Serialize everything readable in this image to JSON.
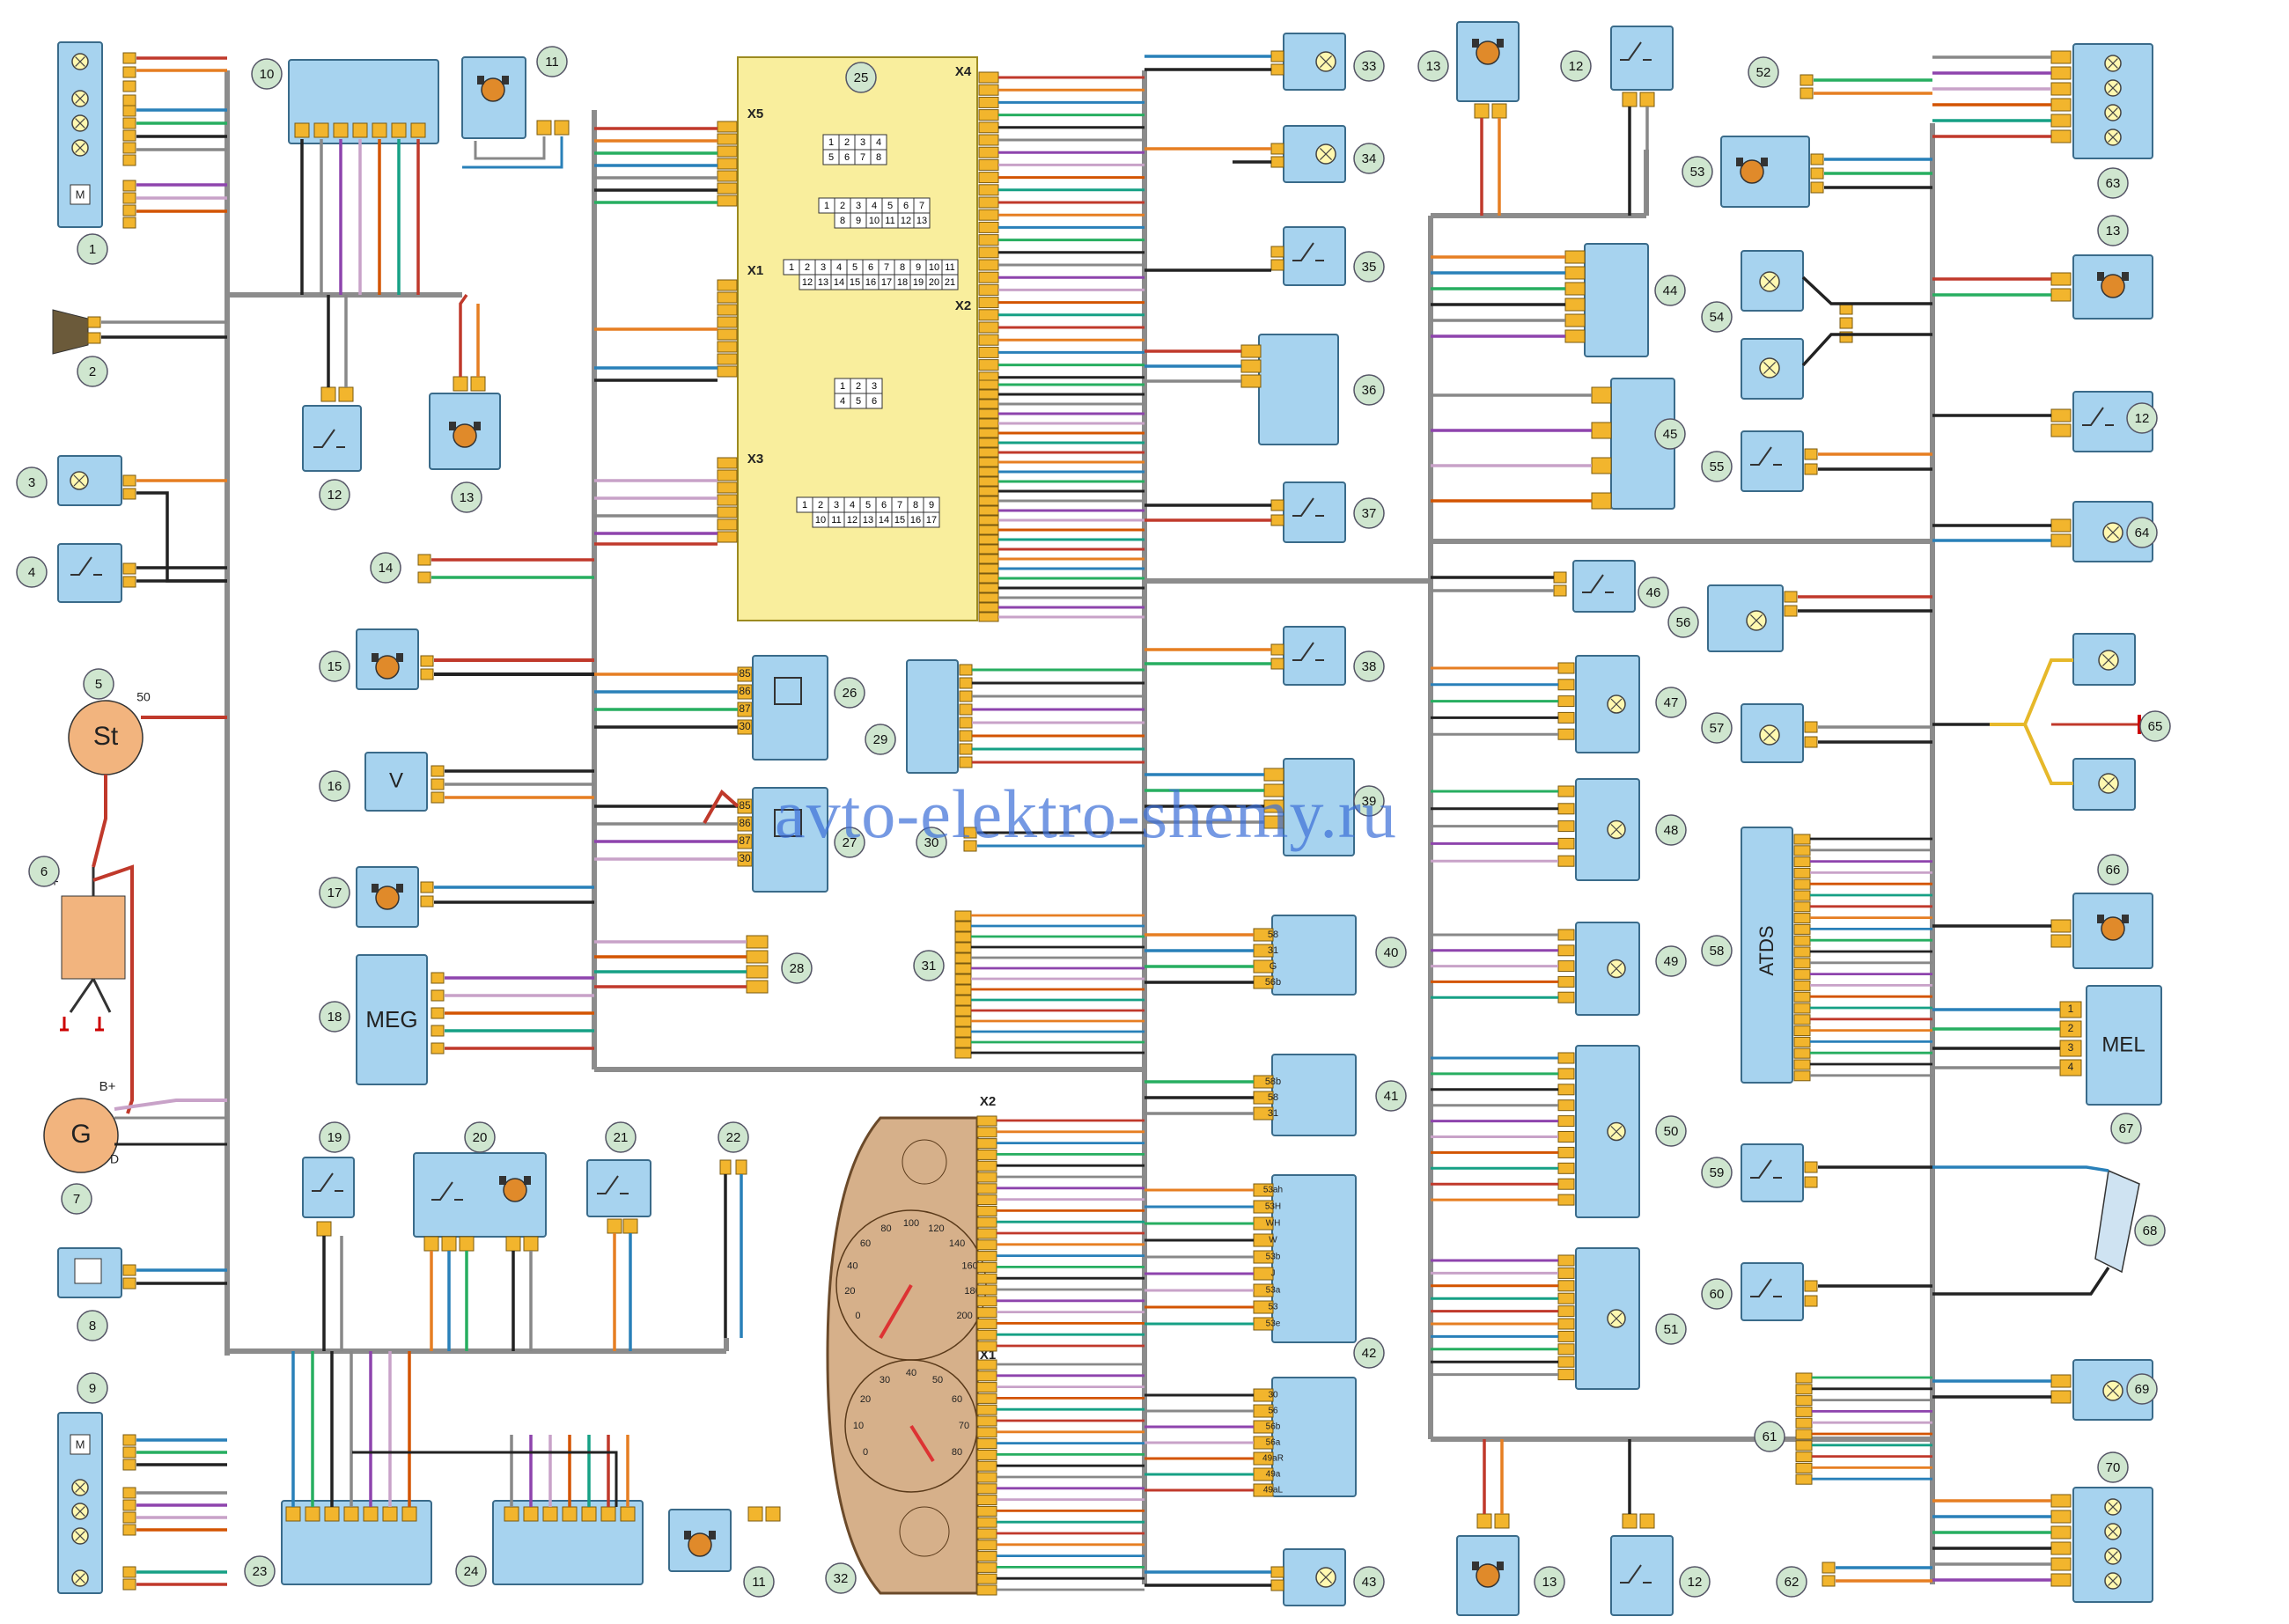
{
  "watermark": "avto-elektro-shemy.ru",
  "colors": {
    "box": "#a7d3ef",
    "box_stroke": "#3a6b8a",
    "ecu": "#f9ee9d",
    "terminal": "#f2b52d",
    "badge": "#cfe6cf",
    "bus": "#8c8c8c",
    "cluster": "#d6b08a",
    "sg": "#f2b47e"
  },
  "components": [
    {
      "n": "1",
      "label": ""
    },
    {
      "n": "2",
      "label": ""
    },
    {
      "n": "3",
      "label": ""
    },
    {
      "n": "4",
      "label": ""
    },
    {
      "n": "5",
      "label": "St"
    },
    {
      "n": "6",
      "label": ""
    },
    {
      "n": "7",
      "label": "G"
    },
    {
      "n": "8",
      "label": ""
    },
    {
      "n": "9",
      "label": ""
    },
    {
      "n": "10",
      "label": ""
    },
    {
      "n": "11",
      "label": ""
    },
    {
      "n": "12",
      "label": ""
    },
    {
      "n": "13",
      "label": ""
    },
    {
      "n": "14",
      "label": ""
    },
    {
      "n": "15",
      "label": ""
    },
    {
      "n": "16",
      "label": "V"
    },
    {
      "n": "17",
      "label": ""
    },
    {
      "n": "18",
      "label": "MEG"
    },
    {
      "n": "19",
      "label": ""
    },
    {
      "n": "20",
      "label": ""
    },
    {
      "n": "21",
      "label": ""
    },
    {
      "n": "22",
      "label": ""
    },
    {
      "n": "23",
      "label": ""
    },
    {
      "n": "24",
      "label": ""
    },
    {
      "n": "25",
      "label": ""
    },
    {
      "n": "26",
      "label": ""
    },
    {
      "n": "27",
      "label": ""
    },
    {
      "n": "28",
      "label": ""
    },
    {
      "n": "29",
      "label": ""
    },
    {
      "n": "30",
      "label": ""
    },
    {
      "n": "31",
      "label": ""
    },
    {
      "n": "32",
      "label": ""
    },
    {
      "n": "33",
      "label": ""
    },
    {
      "n": "34",
      "label": ""
    },
    {
      "n": "35",
      "label": ""
    },
    {
      "n": "36",
      "label": ""
    },
    {
      "n": "37",
      "label": ""
    },
    {
      "n": "38",
      "label": ""
    },
    {
      "n": "39",
      "label": ""
    },
    {
      "n": "40",
      "label": ""
    },
    {
      "n": "41",
      "label": ""
    },
    {
      "n": "42",
      "label": ""
    },
    {
      "n": "43",
      "label": ""
    },
    {
      "n": "44",
      "label": ""
    },
    {
      "n": "45",
      "label": ""
    },
    {
      "n": "46",
      "label": ""
    },
    {
      "n": "47",
      "label": ""
    },
    {
      "n": "48",
      "label": ""
    },
    {
      "n": "49",
      "label": ""
    },
    {
      "n": "50",
      "label": ""
    },
    {
      "n": "51",
      "label": ""
    },
    {
      "n": "52",
      "label": ""
    },
    {
      "n": "53",
      "label": ""
    },
    {
      "n": "54",
      "label": ""
    },
    {
      "n": "55",
      "label": ""
    },
    {
      "n": "56",
      "label": ""
    },
    {
      "n": "57",
      "label": ""
    },
    {
      "n": "58",
      "label": "ATDS"
    },
    {
      "n": "59",
      "label": ""
    },
    {
      "n": "60",
      "label": ""
    },
    {
      "n": "61",
      "label": ""
    },
    {
      "n": "62",
      "label": ""
    },
    {
      "n": "63",
      "label": ""
    },
    {
      "n": "64",
      "label": ""
    },
    {
      "n": "65",
      "label": ""
    },
    {
      "n": "66",
      "label": ""
    },
    {
      "n": "67",
      "label": "MEL"
    },
    {
      "n": "68",
      "label": ""
    },
    {
      "n": "69",
      "label": ""
    },
    {
      "n": "70",
      "label": ""
    }
  ],
  "ecu_labels": {
    "x1": "X1",
    "x2": "X2",
    "x3": "X3",
    "x4": "X4",
    "x5": "X5"
  },
  "ecu_connectors": {
    "c1_row1": "1 2 3 4",
    "c1_row2": "5 6 7 8",
    "c2_row1": "1 2 3 4 5 6 7",
    "c2_row2": "8 9 10 11 12 13",
    "c3_row1": "1 2 3 4 5 6 7 8 9 10 11",
    "c3_row2": "12 13 14 15 16 17 18 19 20 21",
    "c4_row1": "1 2 3",
    "c4_row2": "4 5 6",
    "c5_row1": "1 2 3 4 5 6 7 8 9",
    "c5_row2": "10 11 12 13 14 15 16 17"
  },
  "cluster_labels": {
    "x1": "X1",
    "x2": "X2"
  },
  "speedo_ticks": [
    "0",
    "20",
    "40",
    "60",
    "80",
    "100",
    "120",
    "140",
    "160",
    "180",
    "200"
  ],
  "tacho_ticks": [
    "0",
    "10",
    "20",
    "30",
    "40",
    "50",
    "60",
    "70",
    "80"
  ],
  "relay_pins": [
    "85",
    "86",
    "87",
    "30"
  ],
  "sw42_pins": [
    "53ah",
    "53H",
    "WH",
    "W",
    "53b",
    "J",
    "53a",
    "53",
    "53e"
  ],
  "sw43_pins": [
    "30",
    "56",
    "56b",
    "56a",
    "49aR",
    "49a",
    "49aL"
  ],
  "sw40_pins": [
    "58",
    "31",
    "G",
    "56b"
  ],
  "sw41_pins": [
    "58b",
    "58",
    "31"
  ],
  "gen_labels": {
    "bplus": "B+",
    "d": "D",
    "plus": "+",
    "fifty": "50"
  }
}
